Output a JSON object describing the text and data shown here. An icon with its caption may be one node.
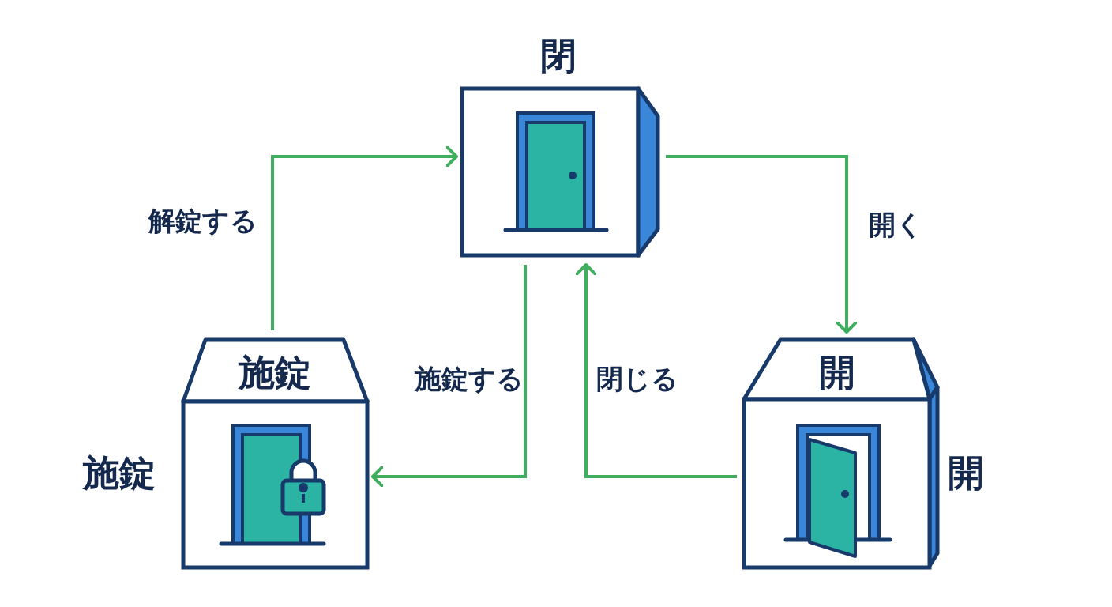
{
  "diagram": {
    "nodes": [
      {
        "text": [
          "閉"
        ]
      },
      {
        "text": [
          "施錠"
        ],
        "beside": [
          "施錠"
        ]
      },
      {
        "text": [
          "開"
        ],
        "beside": [
          "開"
        ]
      }
    ],
    "edges": [
      {
        "from": 1,
        "to": 0,
        "arrow": "to",
        "label": "解錠する"
      },
      {
        "from": 0,
        "to": 1,
        "arrow": "to",
        "label": "施錠する"
      },
      {
        "from": 0,
        "to": 2,
        "arrow": "to",
        "label": "開く"
      },
      {
        "from": 2,
        "to": 0,
        "arrow": "to",
        "label": "閉じる"
      }
    ]
  }
}
